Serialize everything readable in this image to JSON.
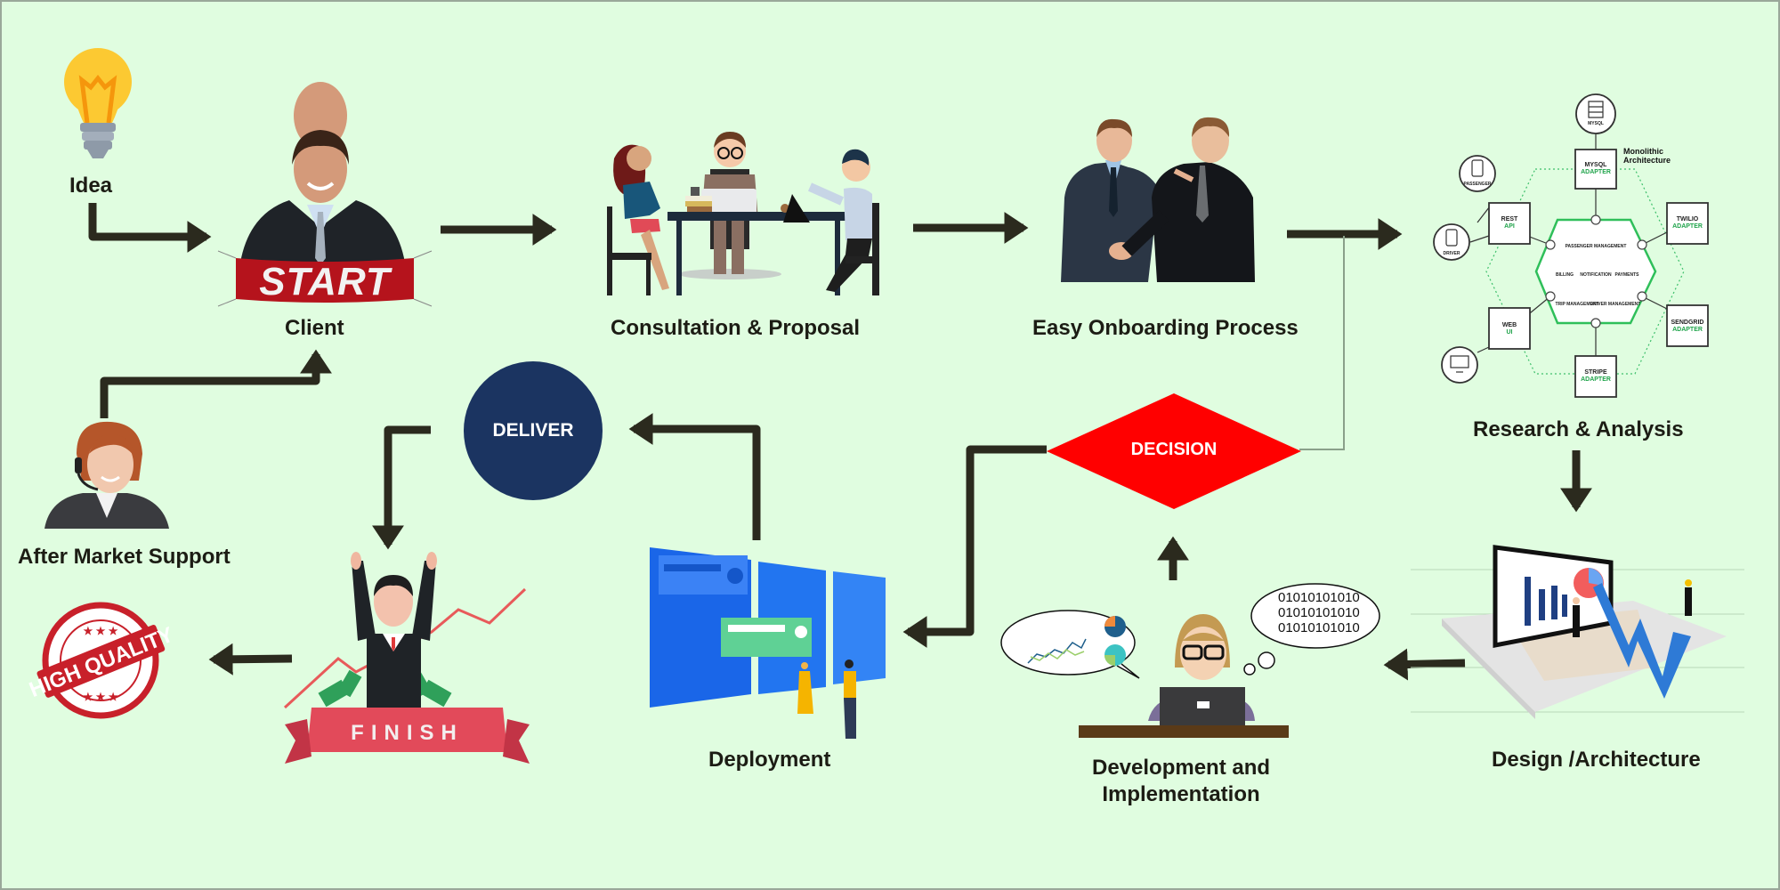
{
  "diagram": {
    "background": "#e0fde0",
    "arrow_color": "#2b2a1e",
    "nodes": {
      "idea": {
        "label": "Idea",
        "icon": "lightbulb-icon"
      },
      "client": {
        "label": "Client",
        "banner": "START",
        "icon": "businessman-icon"
      },
      "consultation": {
        "label": "Consultation & Proposal",
        "icon": "meeting-icon"
      },
      "onboarding": {
        "label": "Easy Onboarding Process",
        "icon": "handshake-icon"
      },
      "research": {
        "label": "Research & Analysis",
        "icon": "architecture-diagram-icon"
      },
      "design": {
        "label": "Design /Architecture",
        "icon": "analytics-chart-icon"
      },
      "development": {
        "label_line1": "Development and",
        "label_line2": "Implementation",
        "icon": "developer-icon",
        "binary_lines": [
          "01010101010",
          "01010101010",
          "01010101010"
        ]
      },
      "decision": {
        "label": "DECISION",
        "color": "#ff0000"
      },
      "deployment": {
        "label": "Deployment",
        "icon": "dashboard-panels-icon"
      },
      "deliver": {
        "label": "DELIVER",
        "color": "#1b3461"
      },
      "finish": {
        "label": "FINISH",
        "icon": "celebrating-man-icon"
      },
      "quality": {
        "label": "HIGH QUALITY",
        "icon": "high-quality-stamp-icon"
      },
      "support": {
        "label": "After Market Support",
        "icon": "support-agent-icon"
      }
    },
    "architecture": {
      "title_line1": "Monolithic",
      "title_line2": "Architecture",
      "adapters": [
        {
          "name": "MYSQL",
          "sub": "ADAPTER"
        },
        {
          "name": "REST",
          "sub": "API"
        },
        {
          "name": "TWILIO",
          "sub": "ADAPTER"
        },
        {
          "name": "WEB",
          "sub": "UI"
        },
        {
          "name": "SENDGRID",
          "sub": "ADAPTER"
        },
        {
          "name": "STRIPE",
          "sub": "ADAPTER"
        }
      ],
      "externals": [
        "MYSQL",
        "PASSENGER",
        "DRIVER"
      ],
      "core_modules": [
        "PASSENGER MANAGEMENT",
        "BILLING",
        "NOTIFICATION",
        "PAYMENTS",
        "TRIP MANAGEMENT",
        "DRIVER MANAGEMENT"
      ]
    }
  }
}
